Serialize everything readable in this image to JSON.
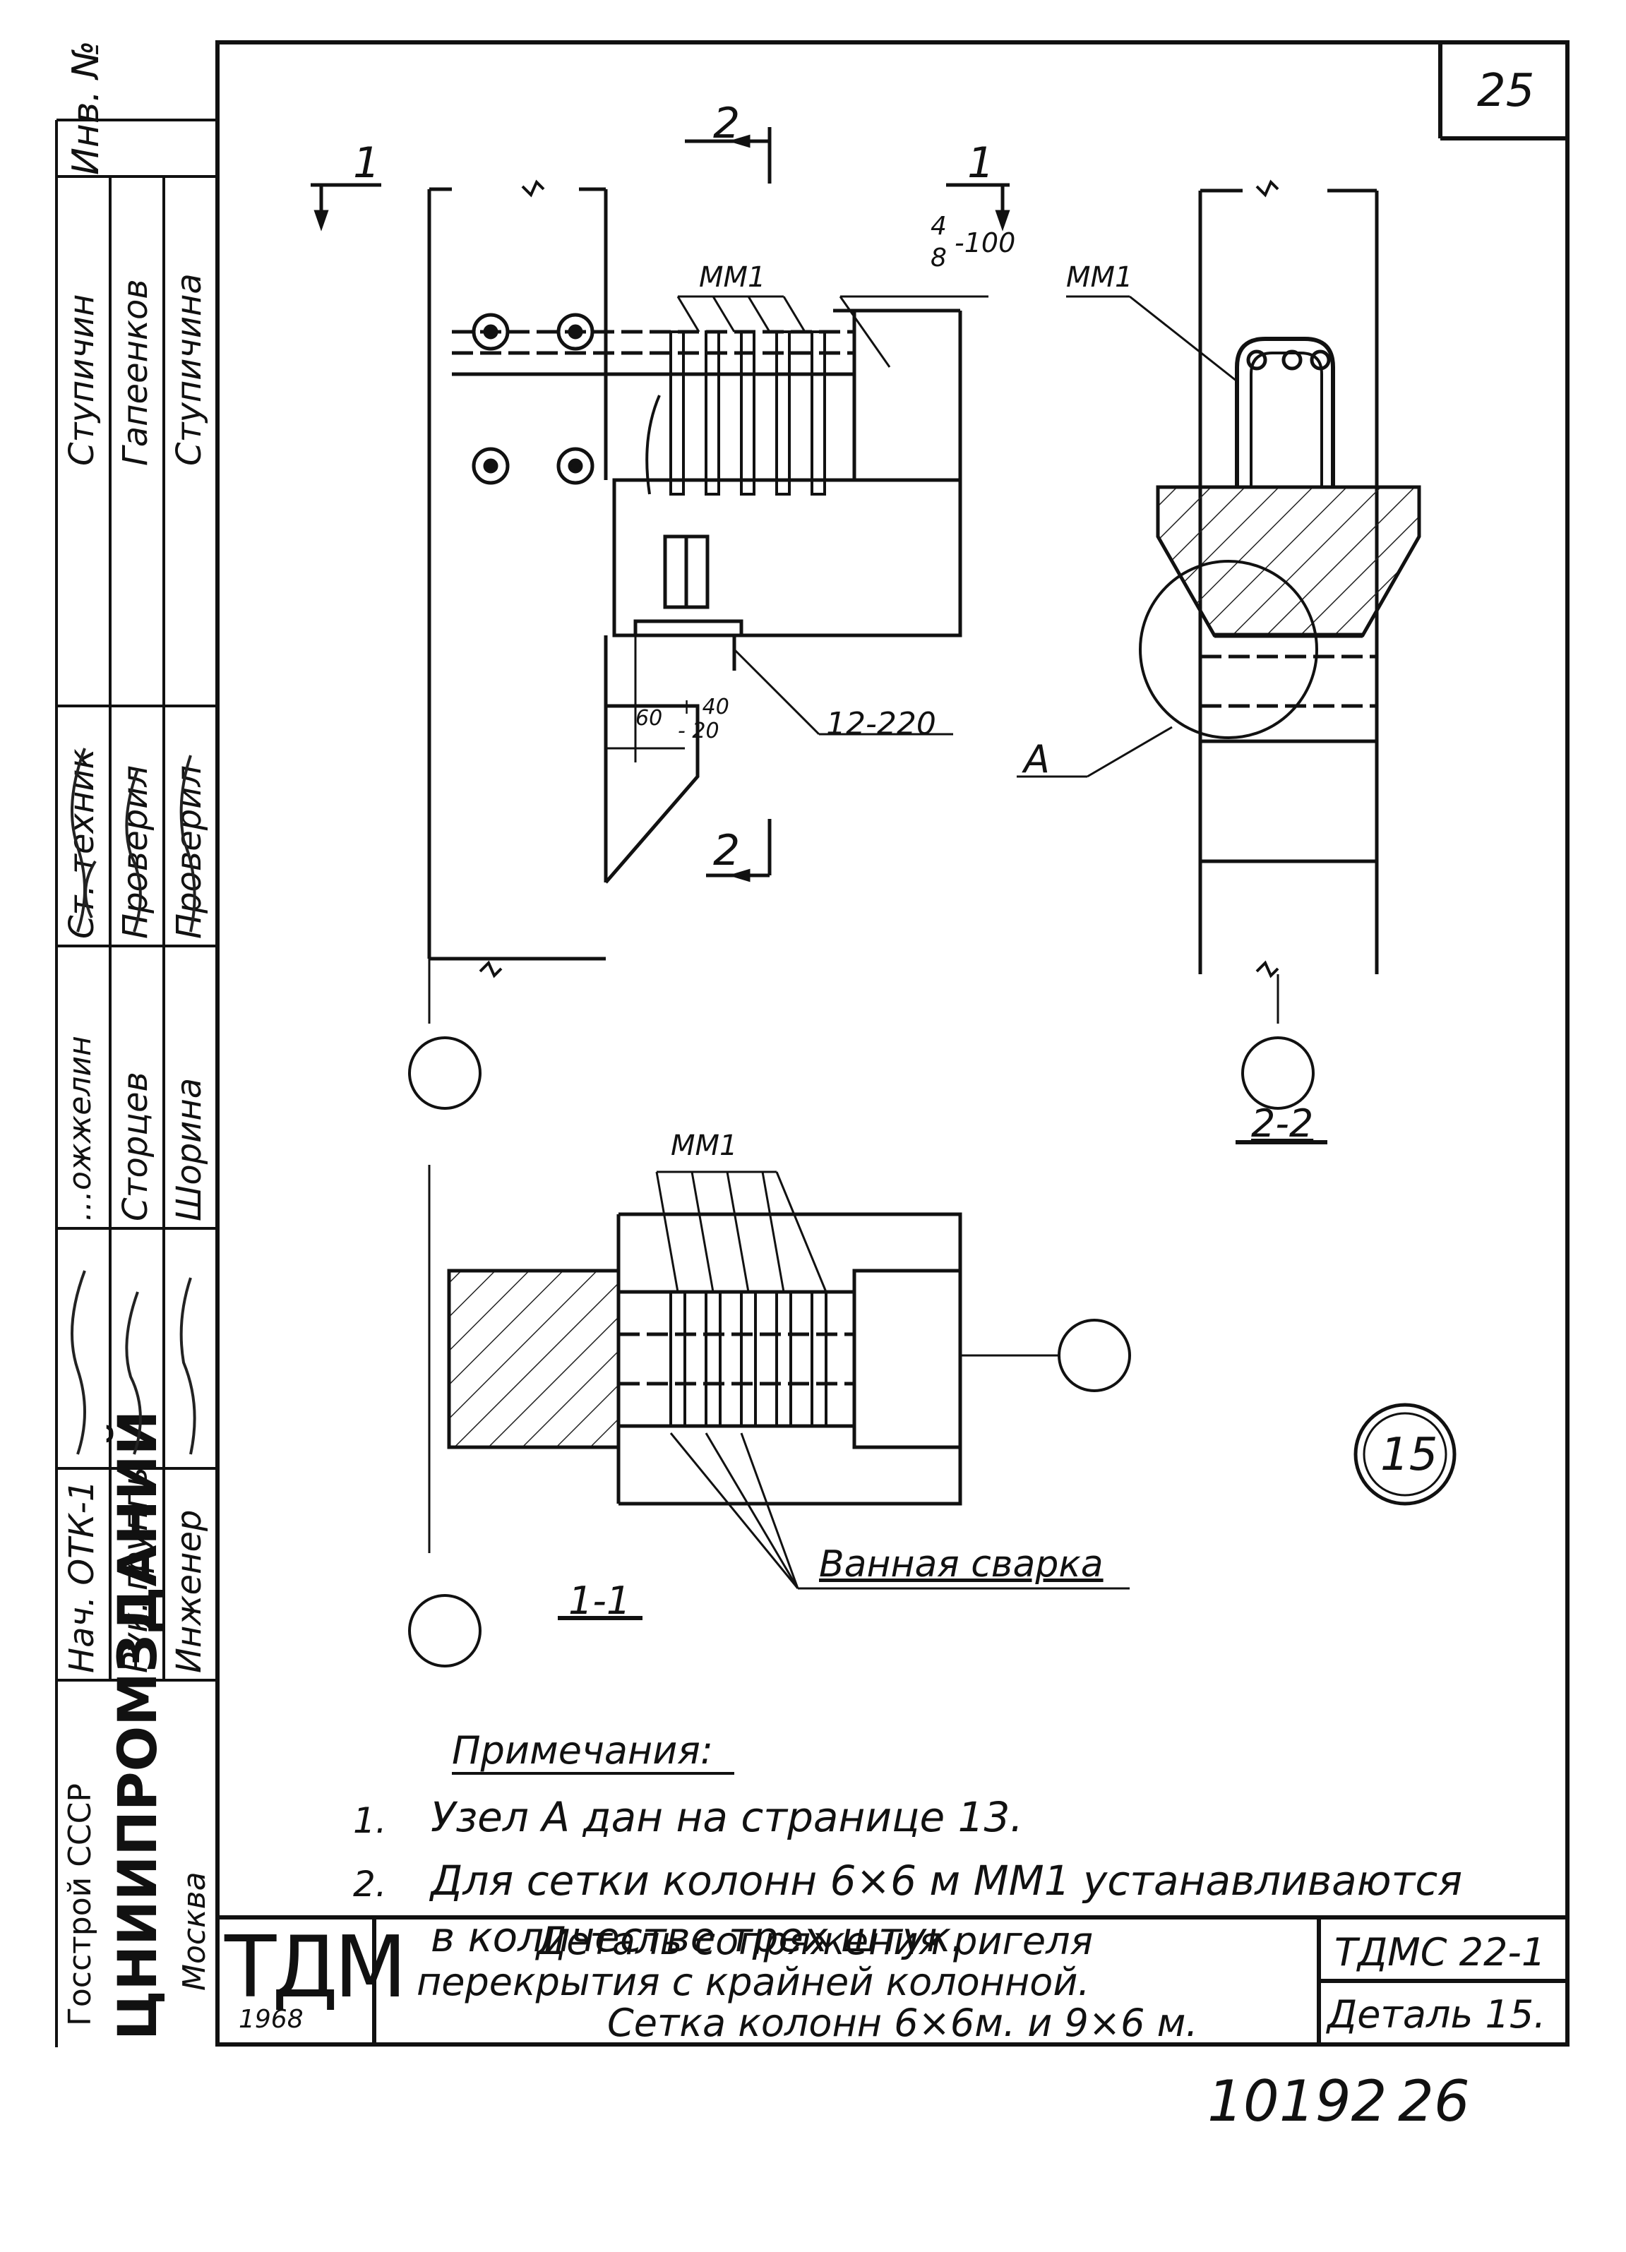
{
  "sheet": {
    "page_number": "25",
    "bottom_number": "10192",
    "bottom_page": "26"
  },
  "stamp_left": {
    "inv_label": "Инв. №",
    "col_roles_a": [
      "Нач. ОТК-1",
      "Рук. группы",
      "Инженер"
    ],
    "col_roles_b": [
      "Ст. техник",
      "Проверил",
      "Проверил"
    ],
    "col_names_a": [
      "Ступичин",
      "Гапеенков",
      "Ступичина"
    ],
    "col_names_b": [
      "Сторцев",
      "Шорина"
    ],
    "partial_role": "…ожжелин",
    "org_line1": "Госстрой СССР",
    "org_line2": "ЦНИИПРОМЗДАНИЙ",
    "org_line3": "Москва"
  },
  "drawing": {
    "sections": {
      "cut1_left": "1",
      "cut1_right": "1",
      "cut2_top": "2",
      "cut2_bottom": "2",
      "section_2_2": "2-2",
      "section_1_1": "1-1"
    },
    "labels": {
      "mm1_top": "ММ1",
      "mm1_right": "ММ1",
      "mm1_bottom": "ММ1",
      "spacing_num": "4",
      "spacing_den": "8",
      "spacing_step": "-100",
      "anchor": "12-220",
      "dim_60": "60",
      "dim_plus": "+ 40",
      "dim_minus": "- 20",
      "node_a": "А",
      "welding": "Ванная сварка",
      "detail_number": "15"
    }
  },
  "notes": {
    "title": "Примечания:",
    "items": [
      {
        "n": "1.",
        "text": "Узел А дан на странице 13."
      },
      {
        "n": "2.",
        "text": "Для сетки колонн 6×6 м ММ1 устанавливаются"
      },
      {
        "n": "",
        "text": "в количестве трех штук."
      }
    ]
  },
  "title_block": {
    "logo": "ТДМ",
    "year": "1968",
    "title_line1": "Деталь сопряжения ригеля",
    "title_line2": "перекрытия с крайней колонной.",
    "title_line3": "Сетка колонн 6×6м. и 9×6 м.",
    "code": "ТДМС 22-1",
    "detail": "Деталь 15."
  }
}
